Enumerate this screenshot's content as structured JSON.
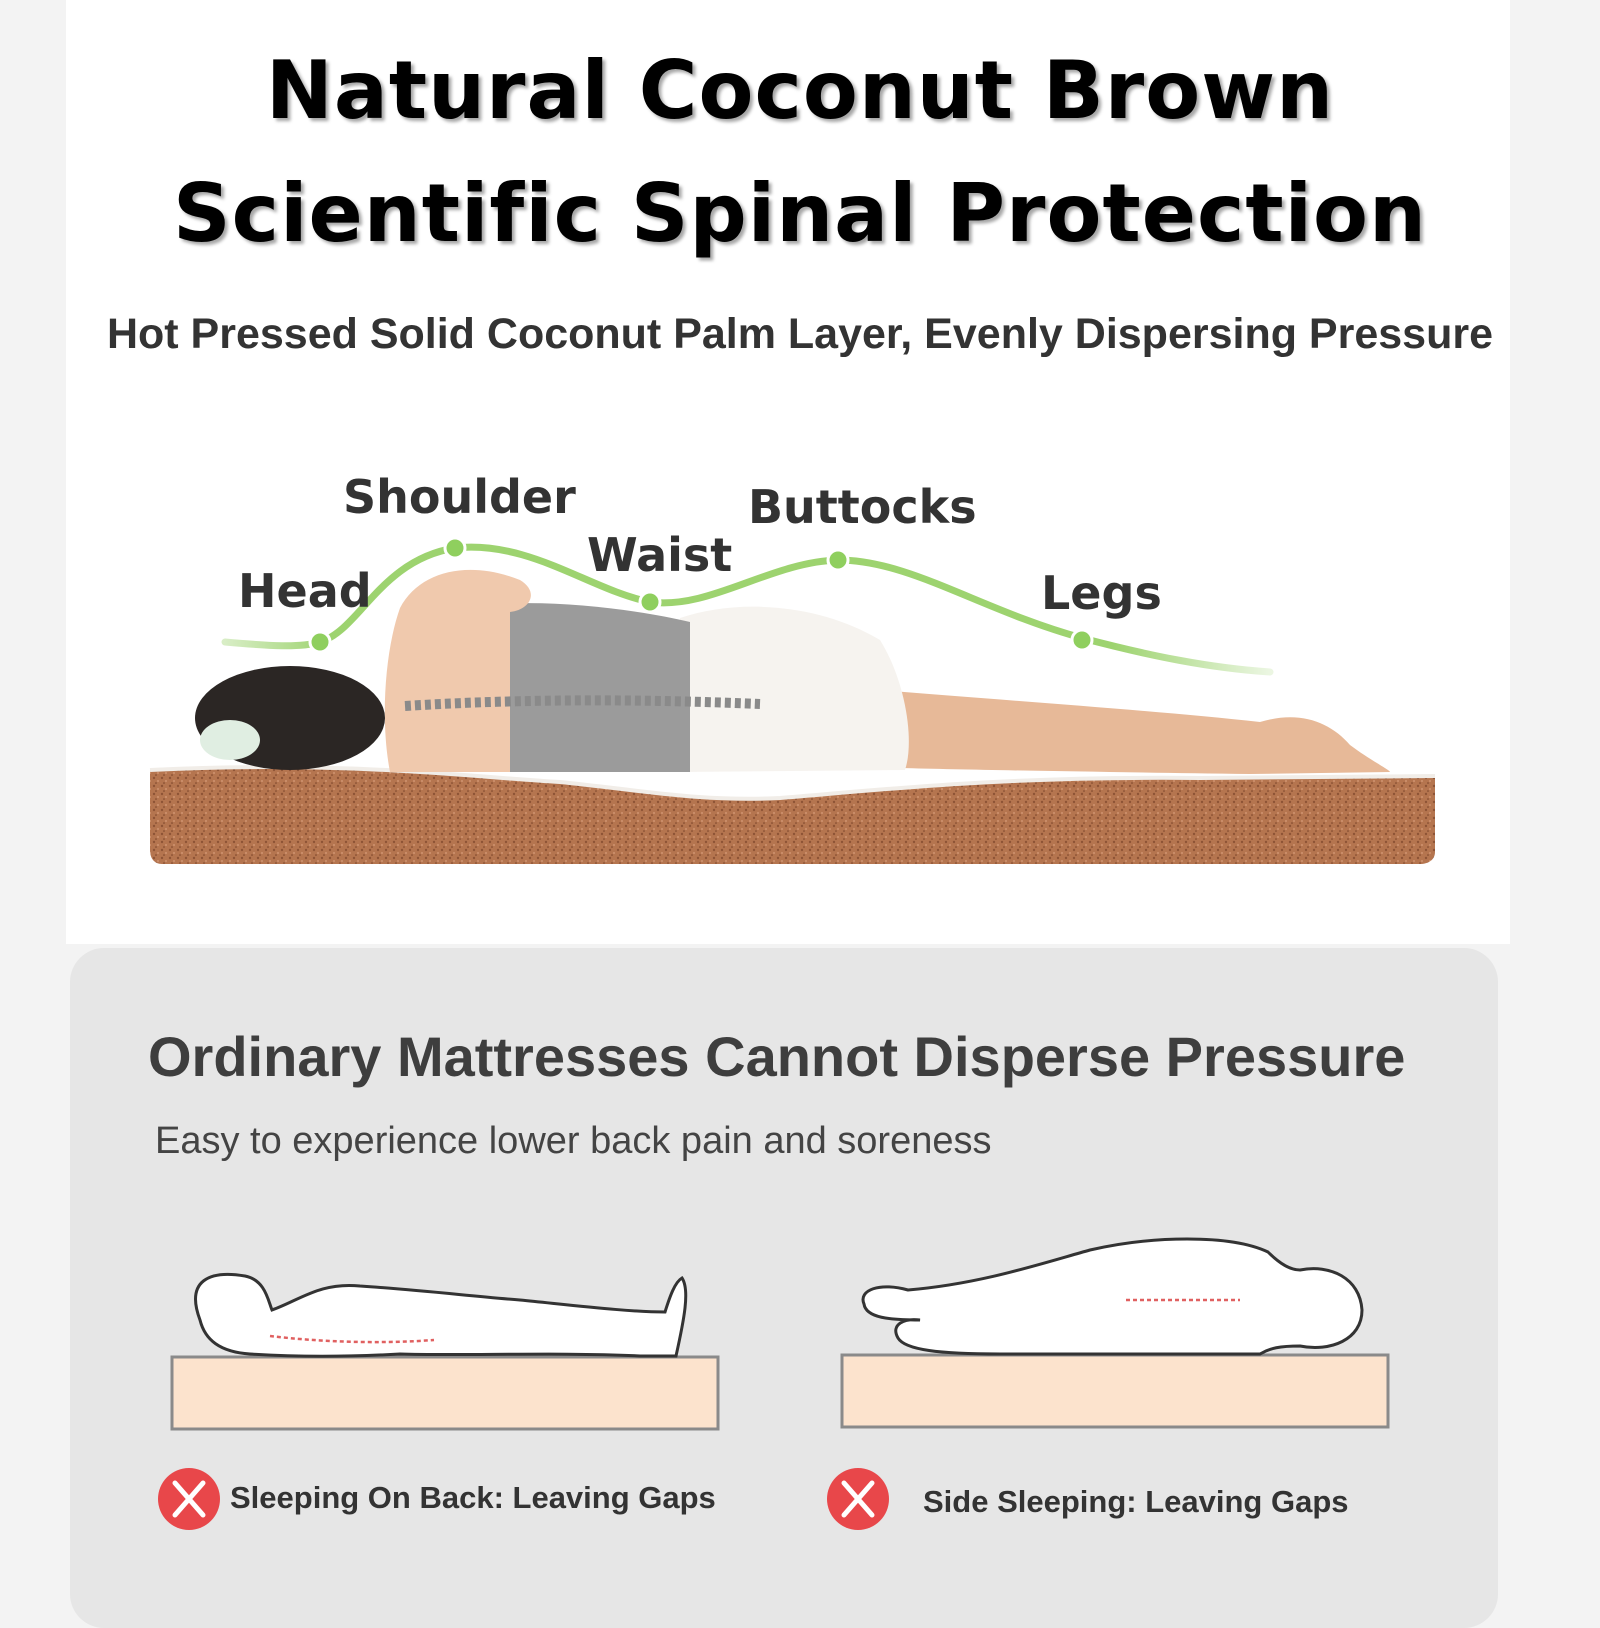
{
  "title_line_1": "Natural Coconut Brown",
  "title_line_2": "Scientific Spinal Protection",
  "subtitle": "Hot Pressed Solid Coconut Palm Layer, Evenly Dispersing Pressure",
  "body_points": {
    "head": "Head",
    "shoulder": "Shoulder",
    "waist": "Waist",
    "buttocks": "Buttocks",
    "legs": "Legs"
  },
  "comparison": {
    "title": "Ordinary Mattresses Cannot Disperse Pressure",
    "subtitle": "Easy to experience lower back pain and soreness",
    "back_caption": "Sleeping On Back: Leaving Gaps",
    "side_caption": "Side Sleeping: Leaving Gaps"
  },
  "colors": {
    "curve_green": "#9dd36f",
    "coir_brown": "#b5754f",
    "mattress_peach": "#fce3cd",
    "x_red": "#e8474a"
  },
  "icons": {
    "wrong": "x-mark-icon"
  }
}
